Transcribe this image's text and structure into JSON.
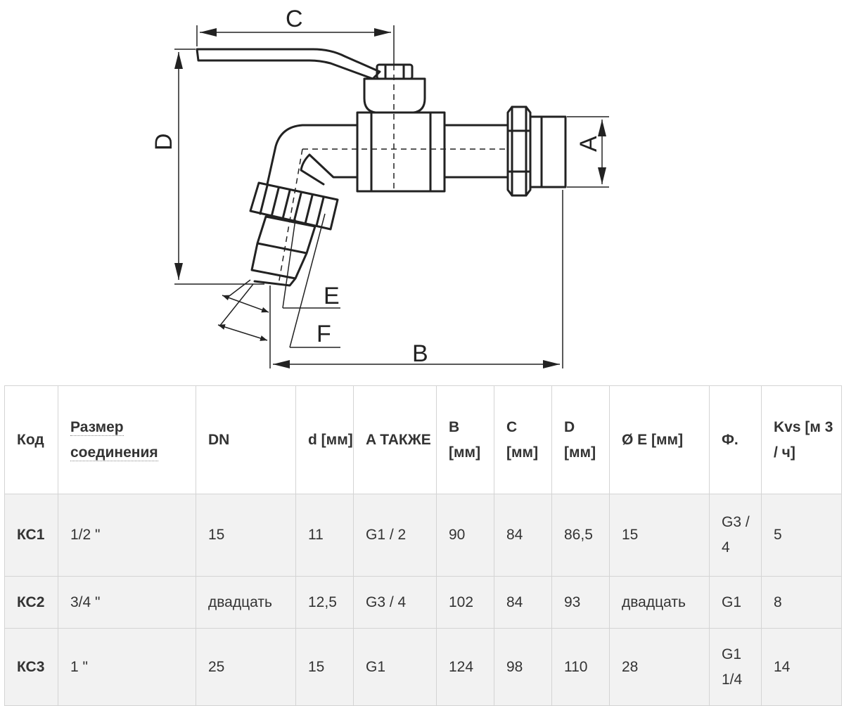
{
  "diagram": {
    "labels": {
      "A": "A",
      "B": "B",
      "C": "C",
      "D": "D",
      "E": "E",
      "F": "F"
    },
    "stroke_color": "#222222"
  },
  "table": {
    "headers": [
      "Код",
      "Размер соединения",
      "DN",
      "d [мм]",
      "A ТАКЖЕ",
      "B [мм]",
      "C [мм]",
      "D [мм]",
      "Ø E [мм]",
      "Ф.",
      "Kvs [м 3 / ч]"
    ],
    "rows": [
      [
        "КС1",
        "1/2 \"",
        "15",
        "11",
        "G1 / 2",
        "90",
        "84",
        "86,5",
        "15",
        "G3 / 4",
        "5"
      ],
      [
        "КС2",
        "3/4 \"",
        "двадцать",
        "12,5",
        "G3 / 4",
        "102",
        "84",
        "93",
        "двадцать",
        "G1",
        "8"
      ],
      [
        "КС3",
        "1 \"",
        "25",
        "15",
        "G1",
        "124",
        "98",
        "110",
        "28",
        "G1 1/4",
        "14"
      ]
    ],
    "header_bg": "#ffffff",
    "row_bg": "#f2f2f2",
    "border_color": "#d4d4d4"
  }
}
